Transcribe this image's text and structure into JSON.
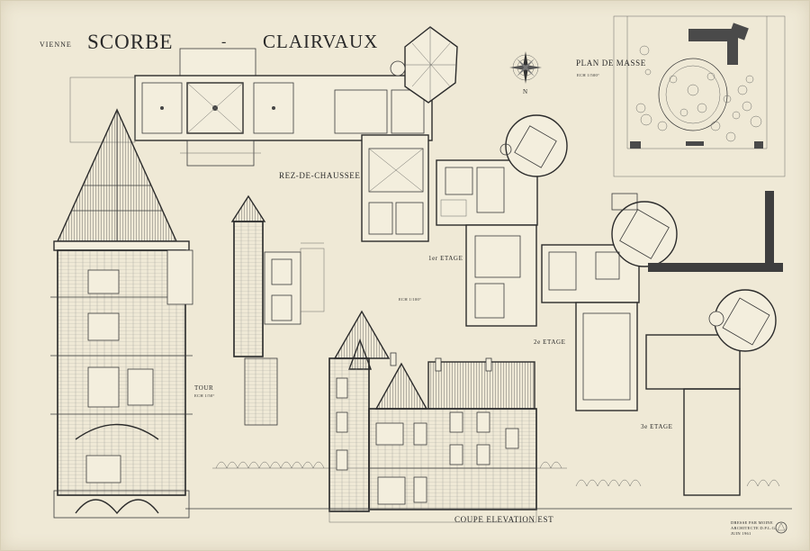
{
  "sheet": {
    "region": "VIENNE",
    "title_left": "SCORBE",
    "title_separator": "-",
    "title_right": "CLAIRVAUX",
    "north_label": "N"
  },
  "labels": {
    "plan_de_masse": "PLAN DE MASSE",
    "plan_de_masse_scale": "ECH 1/500°",
    "rez_de_chaussee": "REZ-DE-CHAUSSEE",
    "etage1": "1er ETAGE",
    "plan_scale": "ECH 1/100°",
    "etage2": "2e ETAGE",
    "etage3": "3e ETAGE",
    "tour": "TOUR",
    "tour_scale": "ECH 1/50°",
    "coupe": "COUPE ELEVATION EST"
  },
  "credits": {
    "line1": "DRESSE PAR MOINE",
    "line2": "ARCHITECTE D.P.L.G.",
    "line3": "JUIN 1961"
  },
  "colors": {
    "paper": "#efe9d6",
    "ink": "#2a2a2a"
  }
}
